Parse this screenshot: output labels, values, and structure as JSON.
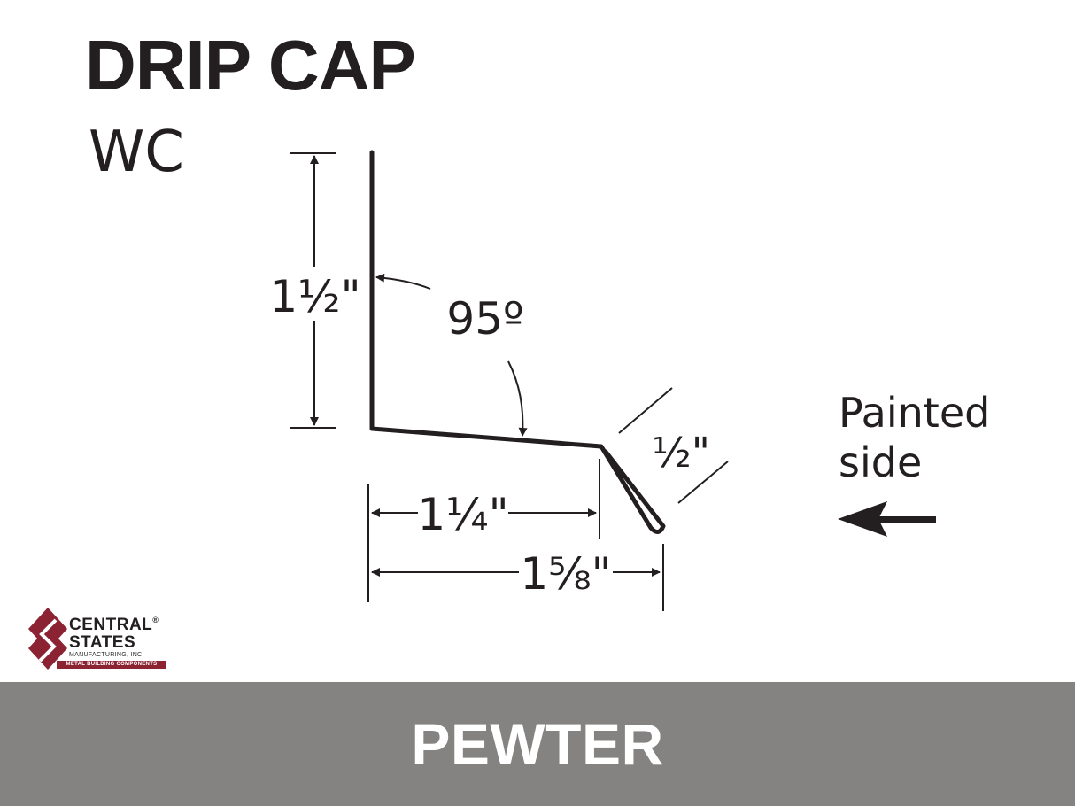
{
  "title": "DRIP CAP",
  "subtitle": "WC",
  "dimensions": {
    "vertical": "1½\"",
    "angle": "95º",
    "hem": "½\"",
    "bottom_inner": "1¼\"",
    "bottom_outer": "1⅝\""
  },
  "painted_side": {
    "line1": "Painted",
    "line2": "side"
  },
  "logo": {
    "line1": "CENTRAL",
    "registered": "®",
    "line2": "STATES",
    "line3": "MANUFACTURING, INC.",
    "tagline": "METAL BUILDING COMPONENTS",
    "brand_color": "#8b2333"
  },
  "color_name": "PEWTER",
  "colors": {
    "footer_bg": "#858382",
    "ink": "#231f20"
  }
}
